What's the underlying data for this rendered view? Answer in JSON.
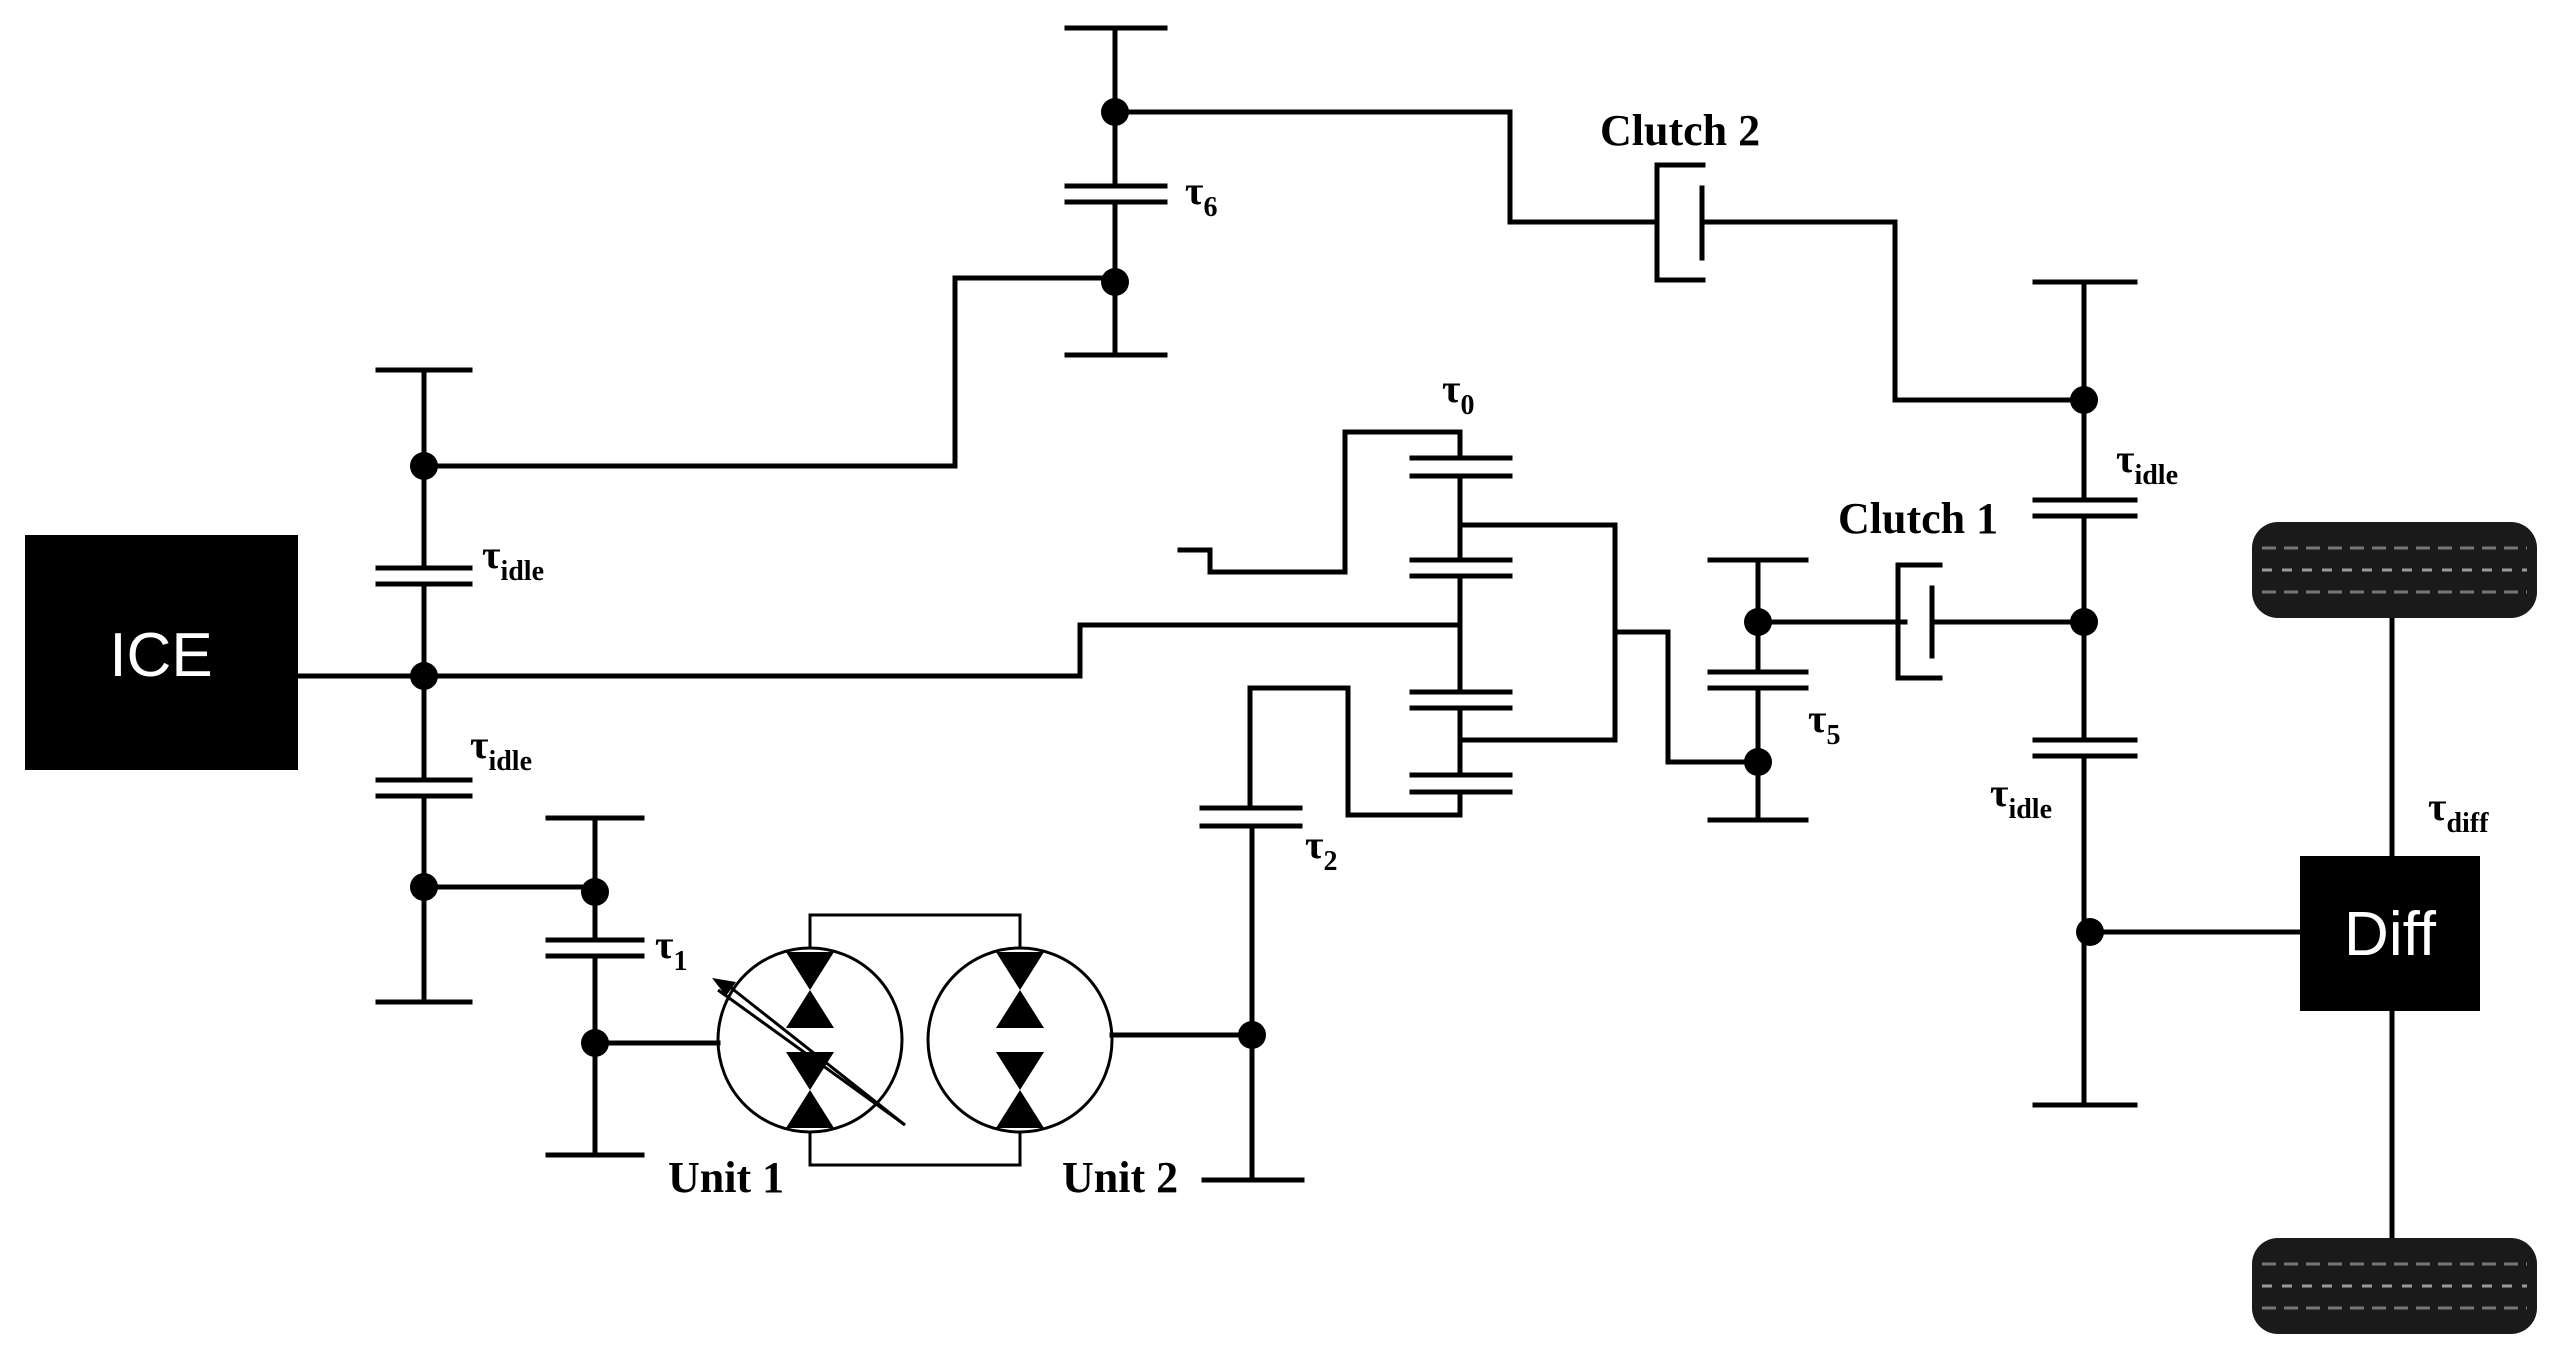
{
  "blocks": {
    "ice": "ICE",
    "diff": "Diff"
  },
  "labels": {
    "clutch1": "Clutch 1",
    "clutch2": "Clutch 2",
    "unit1": "Unit 1",
    "unit2": "Unit 2"
  },
  "ratios": {
    "tau": "τ",
    "t6_sub": "6",
    "t0_sub": "0",
    "t1_sub": "1",
    "t2_sub": "2",
    "t5_sub": "5",
    "idle_sub": "idle",
    "diff_sub": "diff"
  }
}
